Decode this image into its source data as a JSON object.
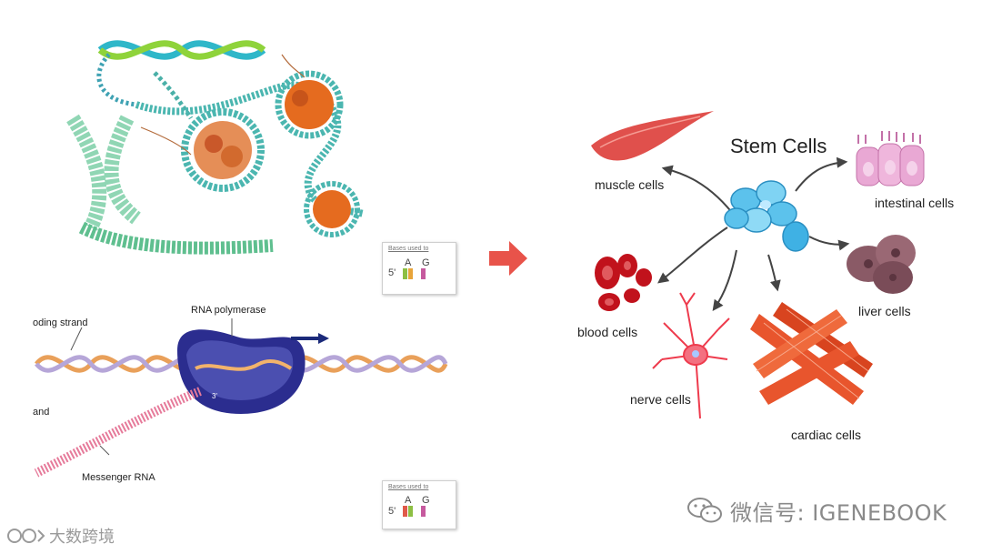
{
  "left_top": {
    "inset_caption": "Bases used to"
  },
  "left_bottom": {
    "coding_strand": "oding strand",
    "rna_polymerase": "RNA polymerase",
    "template_strand": "and",
    "messenger_rna": "Messenger RNA",
    "three_prime": "3'",
    "inset_caption": "Bases used to",
    "inset_five": "5'",
    "inset_a": "A",
    "inset_g": "G"
  },
  "top_inset": {
    "five": "5'",
    "a": "A",
    "g": "G"
  },
  "stem_cells": {
    "title": "Stem Cells",
    "muscle": "muscle cells",
    "intestinal": "intestinal cells",
    "blood": "blood cells",
    "liver": "liver cells",
    "nerve": "nerve cells",
    "cardiac": "cardiac cells"
  },
  "colors": {
    "arrow": "#e8534a",
    "stem_cell": "#5cc2ec",
    "muscle": "#e0504c",
    "blood": "#c1121c",
    "nerve": "#ee3b4d",
    "cardiac": "#e8552d",
    "intestinal": "#e9a8d4",
    "liver": "#8a5a66"
  },
  "watermark": {
    "left": "大数跨境",
    "right": "微信号: IGENEBOOK"
  }
}
